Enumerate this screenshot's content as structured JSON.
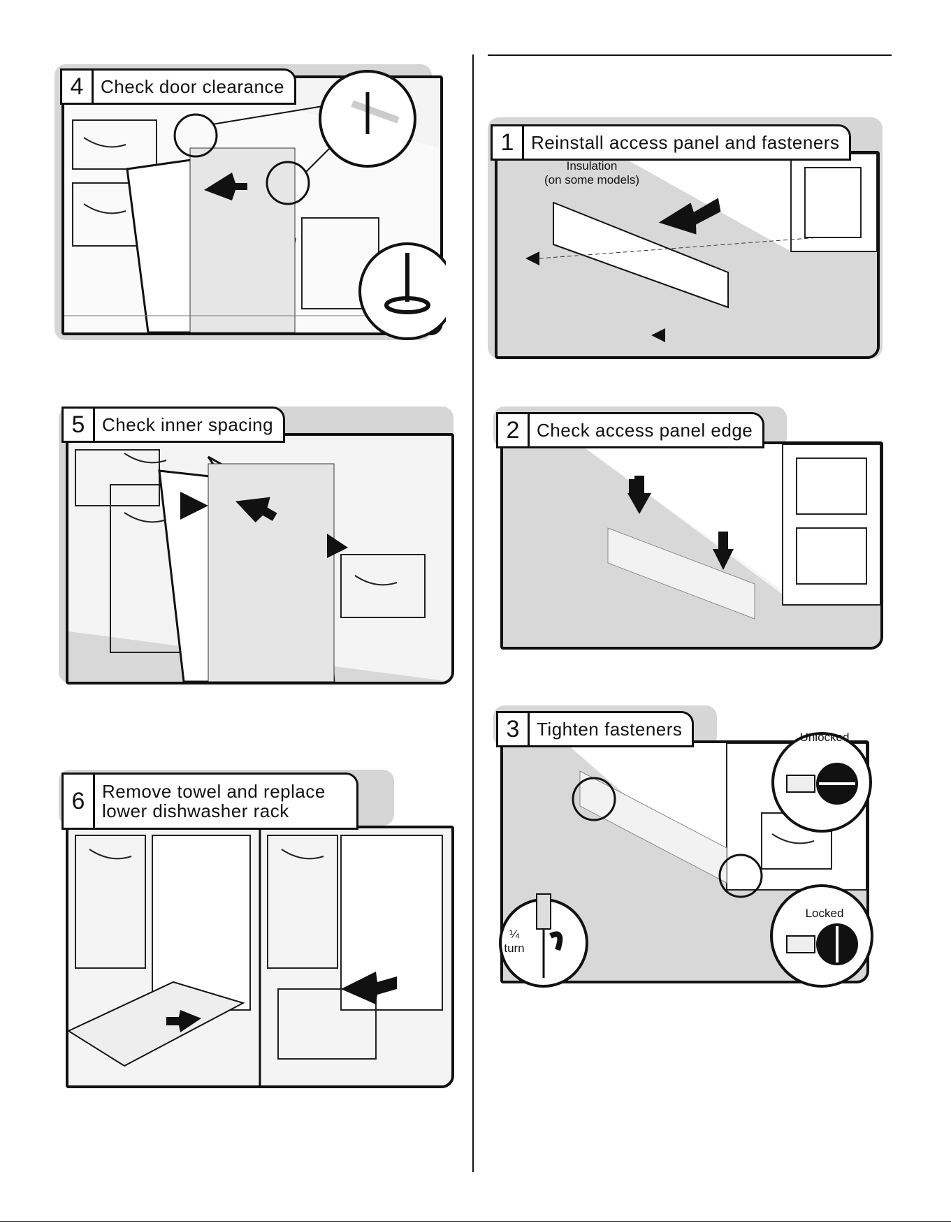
{
  "steps_left": [
    {
      "number": "4",
      "title": "Check door clearance"
    },
    {
      "number": "5",
      "title": "Check inner spacing"
    },
    {
      "number": "6",
      "title": "Remove towel and replace lower dishwasher rack"
    }
  ],
  "steps_right": [
    {
      "number": "1",
      "title": "Reinstall access panel and fasteners"
    },
    {
      "number": "2",
      "title": "Check access panel edge"
    },
    {
      "number": "3",
      "title": "Tighten fasteners"
    }
  ],
  "labels": {
    "insulation_line1": "Insulation",
    "insulation_line2": "(on some models)",
    "unlocked": "Unlocked",
    "locked": "Locked",
    "quarter": "¼",
    "turn": "turn"
  }
}
